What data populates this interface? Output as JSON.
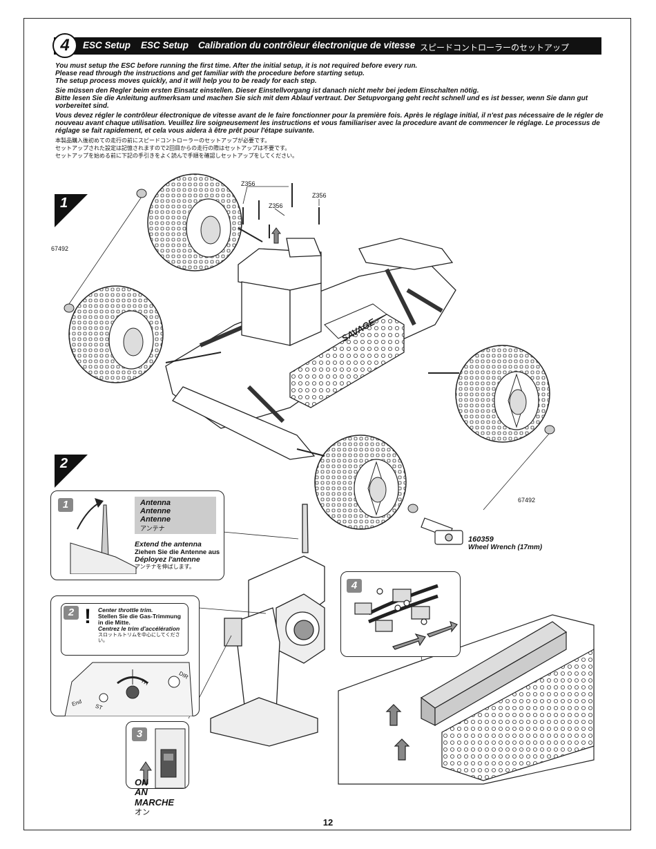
{
  "header": {
    "step_number": "4",
    "title_en": "ESC Setup",
    "title_de": "ESC Setup",
    "title_fr": "Calibration du contrôleur électronique de vitesse",
    "title_jp": "スピードコントローラーのセットアップ"
  },
  "intro": {
    "en": [
      "You must setup the ESC before running the first time.  After the initial setup, it is not required before every run.",
      "Please read through the instructions and get familiar with the procedure before starting setup.",
      "The setup process moves quickly, and it will help you to be ready for each step."
    ],
    "de": [
      "Sie müssen den Regler beim ersten Einsatz einstellen. Dieser Einstellvorgang ist danach nicht mehr bei jedem Einschalten nötig.",
      "Bitte lesen Sie die Anleitung aufmerksam und machen Sie sich mit dem Ablauf vertraut. Der Setupvorgang geht recht schnell und es ist besser, wenn Sie dann gut vorbereitet sind."
    ],
    "fr": [
      "Vous devez régler le contrôleur électronique de vitesse avant de le faire fonctionner pour la première fois. Après le réglage initial, il n'est pas nécessaire de le régler de nouveau avant chaque utilisation. Veuillez lire soigneusement les instructions et vous familiariser avec la procedure avant de commencer le réglage. Le processus de réglage se fait rapidement, et cela vous aidera à être prêt pour l'étape suivante."
    ],
    "jp": [
      "本製品購入後初めての走行の前にスピードコントローラーのセットアップが必要です。",
      "セットアップされた設定は記憶されますので2回目からの走行の際はセットアップは不要です。",
      "セットアップを始める前に下記の手引きをよく読んで手順を確認しセットアップをしてください。"
    ]
  },
  "steps": {
    "step1_label": "1",
    "step2_label": "2"
  },
  "parts": {
    "screw_a": "Z356",
    "screw_b": "Z356",
    "screw_c": "Z356",
    "nut_left": "67492",
    "nut_right": "67492",
    "wrench_number": "160359",
    "wrench_name": "Wheel Wrench (17mm)",
    "brand_logo": "SAVAGE"
  },
  "substeps": {
    "s1": {
      "num": "1",
      "label_en": "Antenna",
      "label_de": "Antenne",
      "label_fr": "Antenne",
      "label_jp": "アンテナ",
      "inst_en": "Extend the antenna",
      "inst_de": "Ziehen Sie die Antenne aus",
      "inst_fr": "Déployez l'antenne",
      "inst_jp": "アンテナを伸ばします。"
    },
    "s2": {
      "num": "2",
      "inst_en": "Center throttle trim.",
      "inst_de": "Stellen Sie die Gas-Trimmung in die Mitte.",
      "inst_fr": "Centrez le trim d'accélération",
      "inst_jp": "スロットルトリムを中心にしてください。",
      "dial_labels": [
        "TH",
        "ST",
        "DIR",
        "End"
      ]
    },
    "s3": {
      "num": "3",
      "on_en": "ON",
      "on_de": "AN",
      "on_fr": "MARCHE",
      "on_jp": "オン"
    },
    "s4": {
      "num": "4"
    }
  },
  "page_number": "12"
}
